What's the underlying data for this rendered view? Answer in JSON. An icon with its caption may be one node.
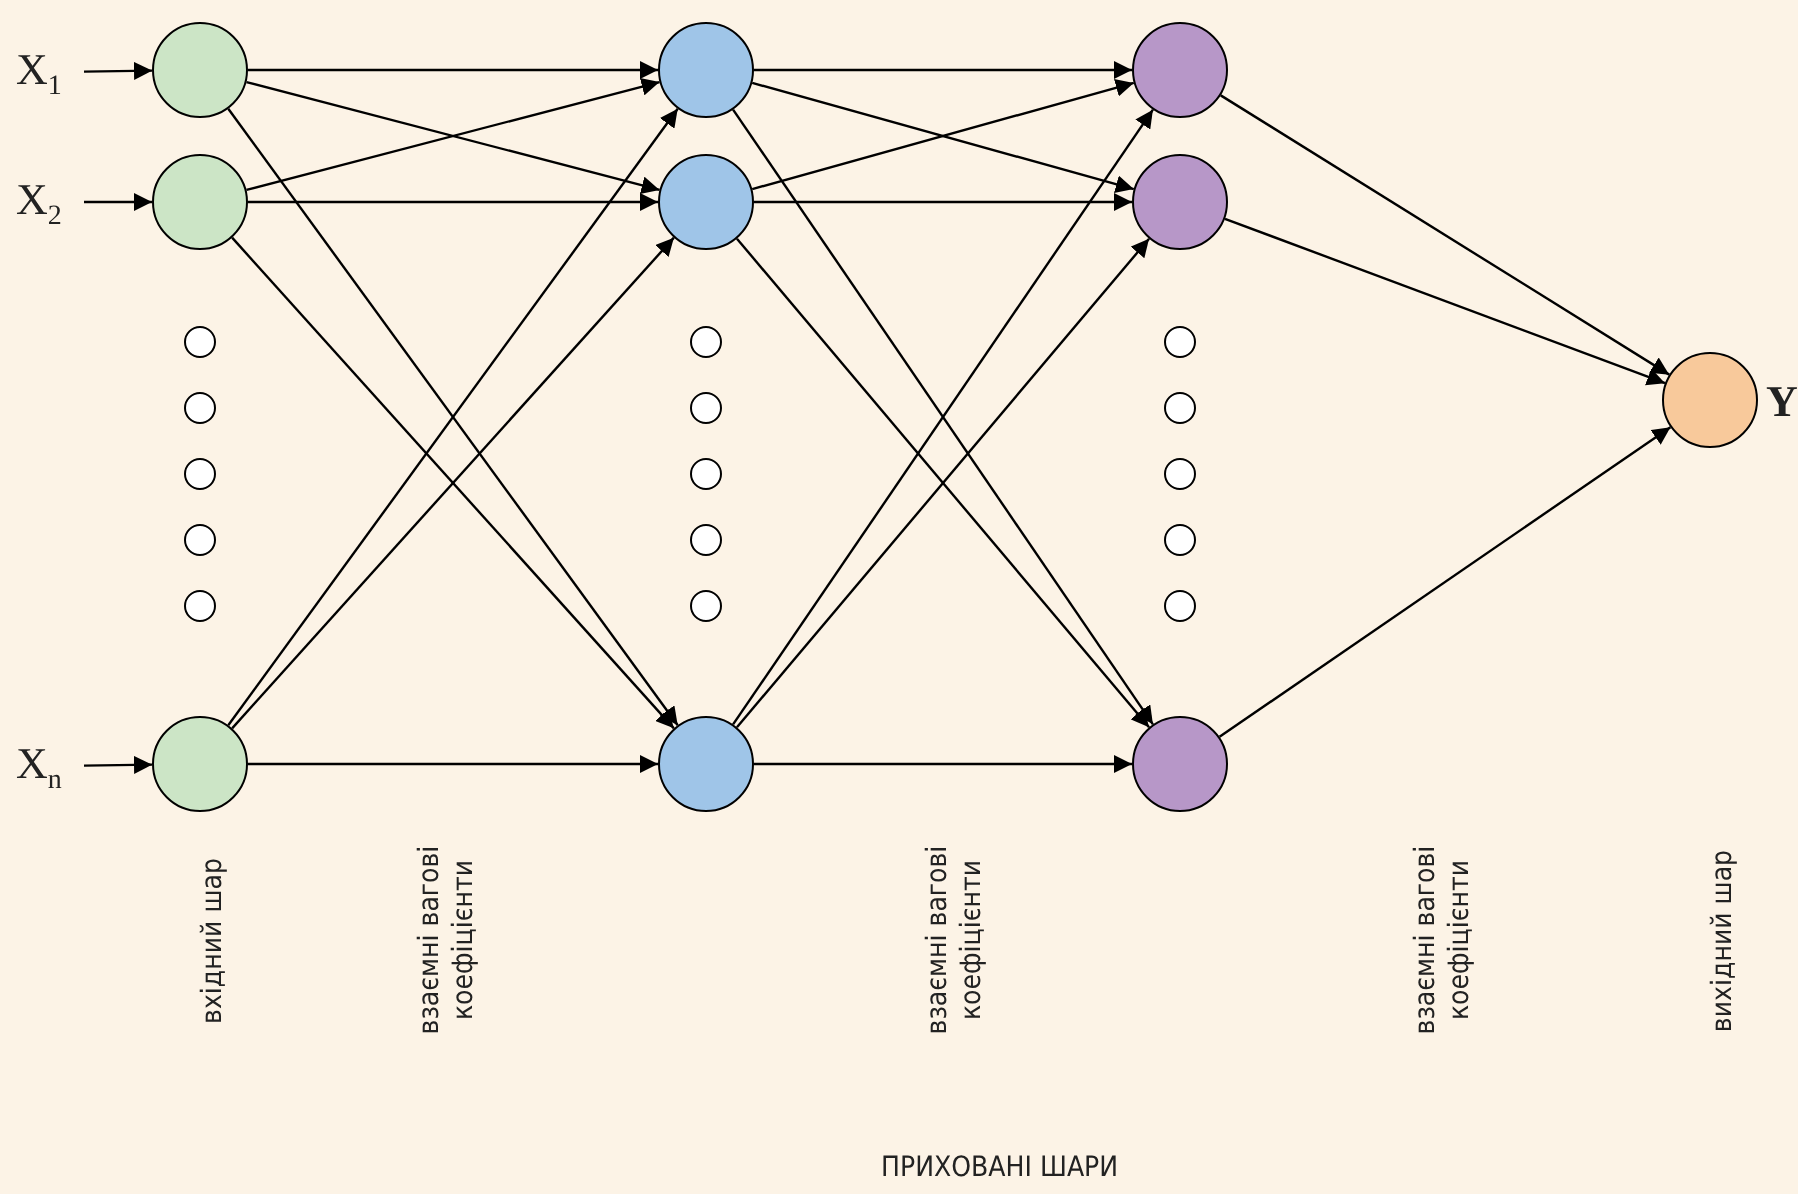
{
  "diagram": {
    "nodes": [
      {
        "text": [
          "X$_{1}$"
        ]
      },
      {
        "text": [
          "X$_{2}$"
        ]
      },
      {
        "text": [
          "X$_{n}$"
        ]
      },
      {
        "text": [],
        "shape": "circle"
      },
      {
        "text": [],
        "shape": "circle"
      },
      {
        "text": [],
        "shape": "circle"
      },
      {
        "text": [],
        "shape": "circle"
      },
      {
        "text": [],
        "shape": "circle"
      },
      {
        "text": [],
        "shape": "circle"
      },
      {
        "text": [],
        "shape": "circle"
      },
      {
        "text": [],
        "shape": "circle"
      },
      {
        "text": [],
        "shape": "circle"
      },
      {
        "text": [],
        "shape": "circle"
      },
      {
        "text": [],
        "shape": "circle"
      },
      {
        "text": [],
        "shape": "circle"
      },
      {
        "text": [],
        "shape": "circle"
      },
      {
        "text": [],
        "shape": "circle"
      },
      {
        "text": [],
        "shape": "circle"
      },
      {
        "text": [],
        "shape": "circle"
      },
      {
        "text": [],
        "shape": "circle"
      },
      {
        "text": [],
        "shape": "circle"
      },
      {
        "text": [],
        "shape": "circle"
      },
      {
        "text": [],
        "shape": "circle"
      },
      {
        "text": [],
        "shape": "circle"
      },
      {
        "text": [],
        "shape": "circle"
      },
      {
        "text": [],
        "shape": "circle"
      },
      {
        "text": [],
        "shape": "circle"
      },
      {
        "text": [],
        "shape": "circle",
        "beside": [
          "Y"
        ]
      }
    ],
    "edges": [
      {
        "from": 0,
        "to": 3,
        "arrow": "to"
      },
      {
        "from": 1,
        "to": 4,
        "arrow": "to"
      },
      {
        "from": 2,
        "to": 5,
        "arrow": "to"
      },
      {
        "from": 3,
        "to": 11,
        "arrow": "to"
      },
      {
        "from": 3,
        "to": 12,
        "arrow": "to"
      },
      {
        "from": 3,
        "to": 13,
        "arrow": "to"
      },
      {
        "from": 4,
        "to": 11,
        "arrow": "to"
      },
      {
        "from": 4,
        "to": 12,
        "arrow": "to"
      },
      {
        "from": 4,
        "to": 13,
        "arrow": "to"
      },
      {
        "from": 5,
        "to": 11,
        "arrow": "to"
      },
      {
        "from": 5,
        "to": 12,
        "arrow": "to"
      },
      {
        "from": 5,
        "to": 13,
        "arrow": "to"
      },
      {
        "from": 11,
        "to": 19,
        "arrow": "to"
      },
      {
        "from": 11,
        "to": 20,
        "arrow": "to"
      },
      {
        "from": 11,
        "to": 21,
        "arrow": "to"
      },
      {
        "from": 12,
        "to": 19,
        "arrow": "to"
      },
      {
        "from": 12,
        "to": 20,
        "arrow": "to"
      },
      {
        "from": 12,
        "to": 21,
        "arrow": "to"
      },
      {
        "from": 13,
        "to": 19,
        "arrow": "to"
      },
      {
        "from": 13,
        "to": 20,
        "arrow": "to"
      },
      {
        "from": 13,
        "to": 21,
        "arrow": "to"
      },
      {
        "from": 19,
        "to": 27,
        "arrow": "to"
      },
      {
        "from": 20,
        "to": 27,
        "arrow": "to"
      },
      {
        "from": 21,
        "to": 27,
        "arrow": "to"
      }
    ],
    "labels": [
      "вхідний шар",
      "взаємні вагові коефіцієнти",
      "взаємні вагові коефіцієнти",
      "взаємні вагові коефіцієнти",
      "вихідний шар",
      "ПРИХОВАНІ ШАРИ"
    ]
  }
}
